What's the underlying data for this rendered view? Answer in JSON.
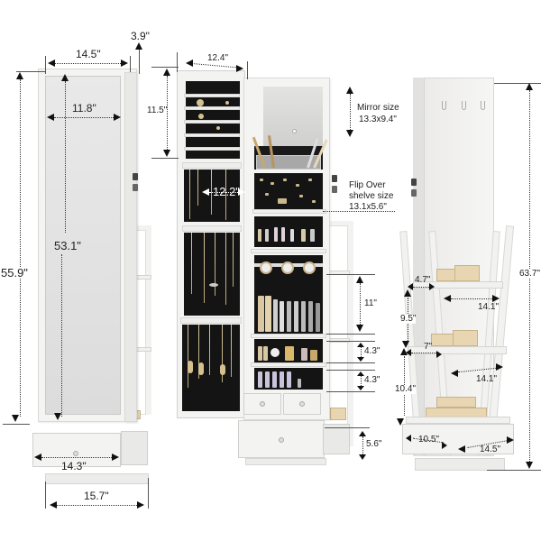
{
  "product": "Rotating jewelry armoire with full-length mirror and side ladder shelves",
  "views": {
    "front_closed": {
      "dimensions": {
        "depth_top": "3.9\"",
        "width_top": "14.5\"",
        "mirror_width": "11.8\"",
        "mirror_height": "53.1\"",
        "cabinet_height": "55.9\"",
        "drawer_width": "14.3\"",
        "base_width": "15.7\""
      }
    },
    "front_open": {
      "dimensions": {
        "door_width": "12.4\"",
        "door_top_section": "11.5\"",
        "necklace_width": "12.2\"",
        "shelf_gap_1": "11\"",
        "shelf_gap_2": "4.3\"",
        "shelf_gap_3": "4.3\"",
        "drawer_height": "5.6\""
      },
      "callouts": {
        "mirror_size_label": "Mirror size",
        "mirror_size_value": "13.3x9.4\"",
        "flip_shelf_line1": "Flip Over",
        "flip_shelf_line2": "shelve size",
        "flip_shelf_value": "13.1x5.6\""
      }
    },
    "back": {
      "dimensions": {
        "total_height": "63.7\"",
        "shelf_depth_top": "4.7\"",
        "shelf_width_top": "14.1\"",
        "shelf_gap_top": "9.5\"",
        "shelf_depth_mid": "7\"",
        "shelf_width_mid": "14.1\"",
        "shelf_gap_bottom": "10.4\"",
        "bottom_depth": "10.5\"",
        "bottom_width": "14.5\""
      }
    }
  },
  "colors": {
    "cabinet": "#f4f4f2",
    "mirror": "#dcdcdc",
    "interior": "#141414",
    "box": "#e8d6b2",
    "annotation": "#222222"
  }
}
